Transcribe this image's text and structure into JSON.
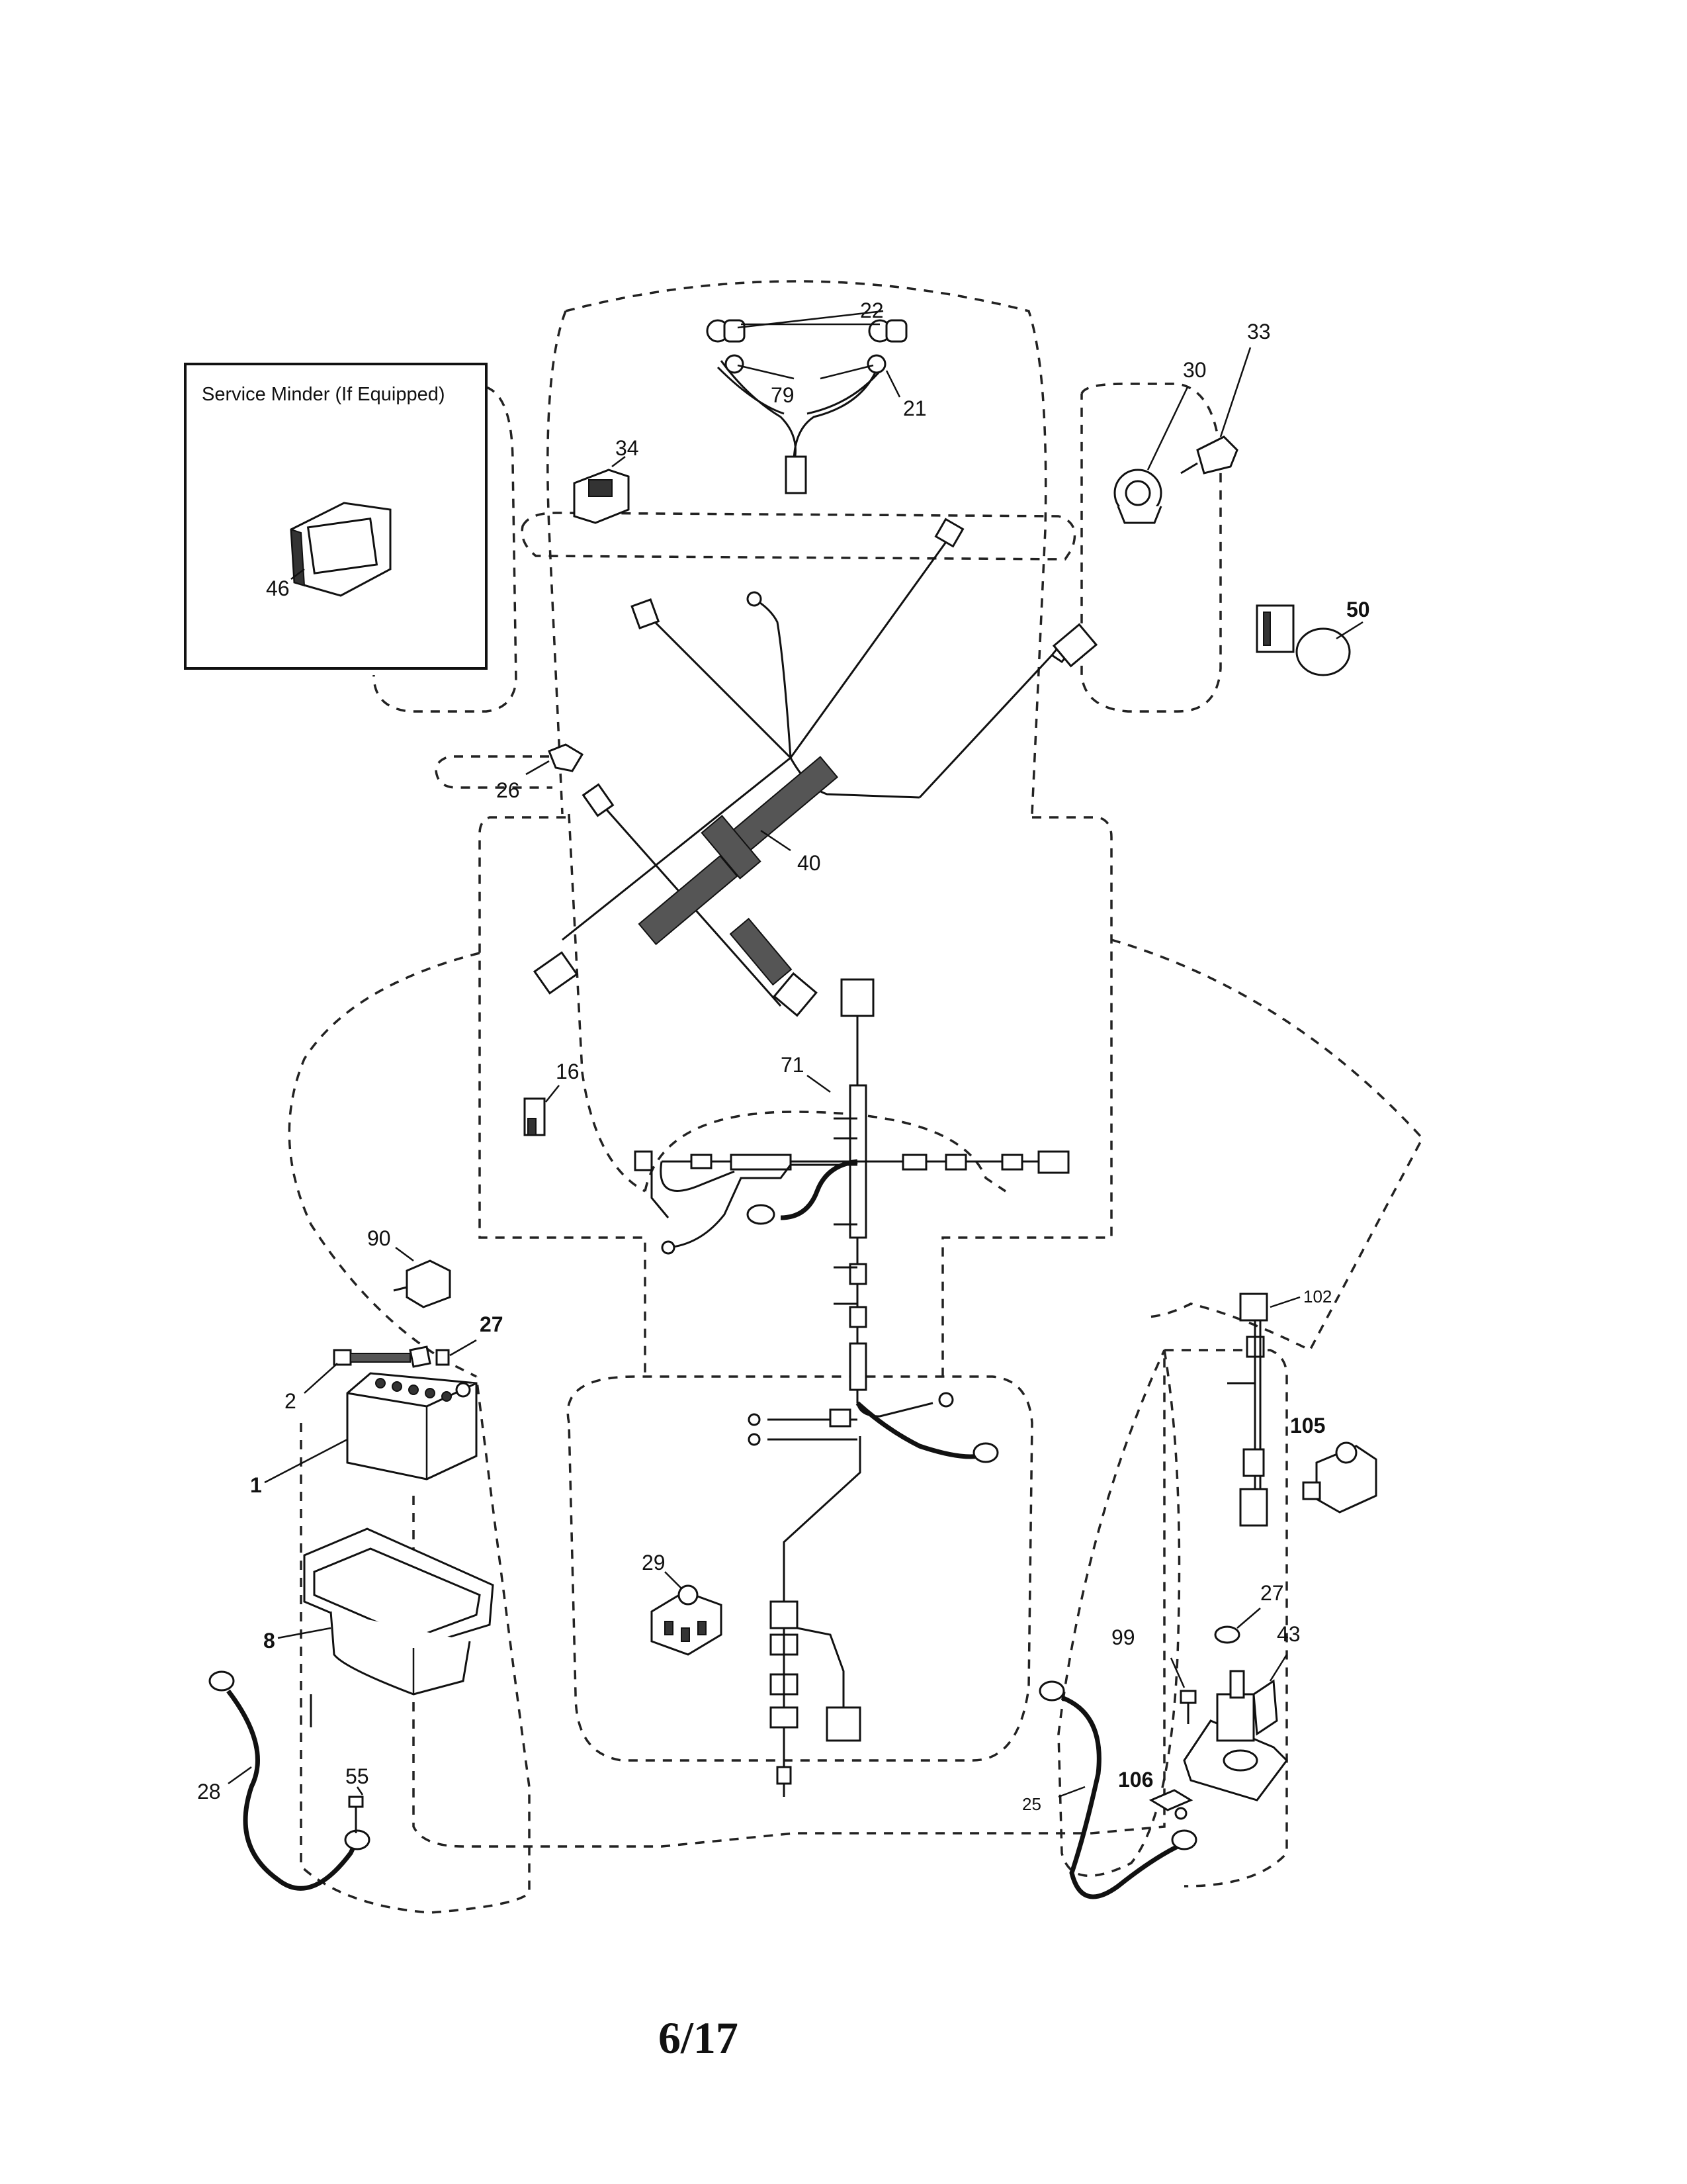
{
  "service_box": {
    "title": "Service Minder (If Equipped)"
  },
  "callouts": {
    "c22": "22",
    "c79": "79",
    "c21": "21",
    "c34": "34",
    "c46": "46",
    "c30": "30",
    "c33": "33",
    "c50": "50",
    "c26": "26",
    "c40": "40",
    "c16": "16",
    "c71": "71",
    "c90": "90",
    "c27a": "27",
    "c2": "2",
    "c1": "1",
    "c8": "8",
    "c28": "28",
    "c55": "55",
    "c29": "29",
    "c102": "102",
    "c105": "105",
    "c27b": "27",
    "c43": "43",
    "c99": "99",
    "c106": "106",
    "c25": "25"
  },
  "page": {
    "number": "6/17"
  }
}
